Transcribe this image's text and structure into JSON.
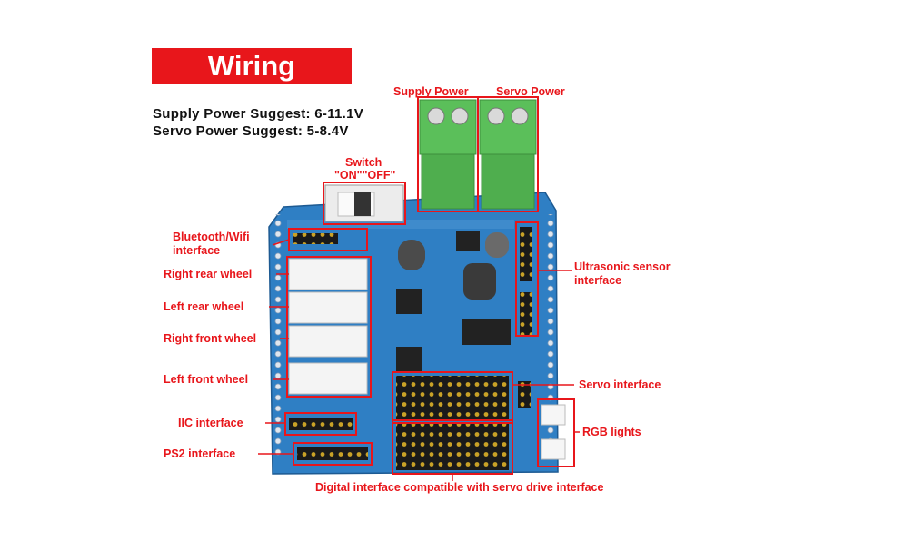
{
  "title": "Wiring",
  "specs": {
    "supply": "Supply Power Suggest: 6-11.1V",
    "servo": "Servo Power Suggest: 5-8.4V"
  },
  "labels": {
    "supply_power": "Supply Power",
    "servo_power": "Servo Power",
    "switch": "Switch",
    "switch_states": "\"ON\"\"OFF\"",
    "bluetooth_1": "Bluetooth/Wifi",
    "bluetooth_2": "interface",
    "right_rear": "Right rear wheel",
    "left_rear": "Left rear wheel",
    "right_front": "Right front wheel",
    "left_front": "Left front wheel",
    "iic": "IIC interface",
    "ps2": "PS2 interface",
    "ultrasonic_1": "Ultrasonic sensor",
    "ultrasonic_2": "interface",
    "servo_interface": "Servo interface",
    "rgb": "RGB lights",
    "digital": "Digital interface compatible with servo drive interface"
  },
  "colors": {
    "accent_red": "#e8161b",
    "board_blue": "#2f7fc4",
    "terminal_green": "#5bbf5a"
  }
}
